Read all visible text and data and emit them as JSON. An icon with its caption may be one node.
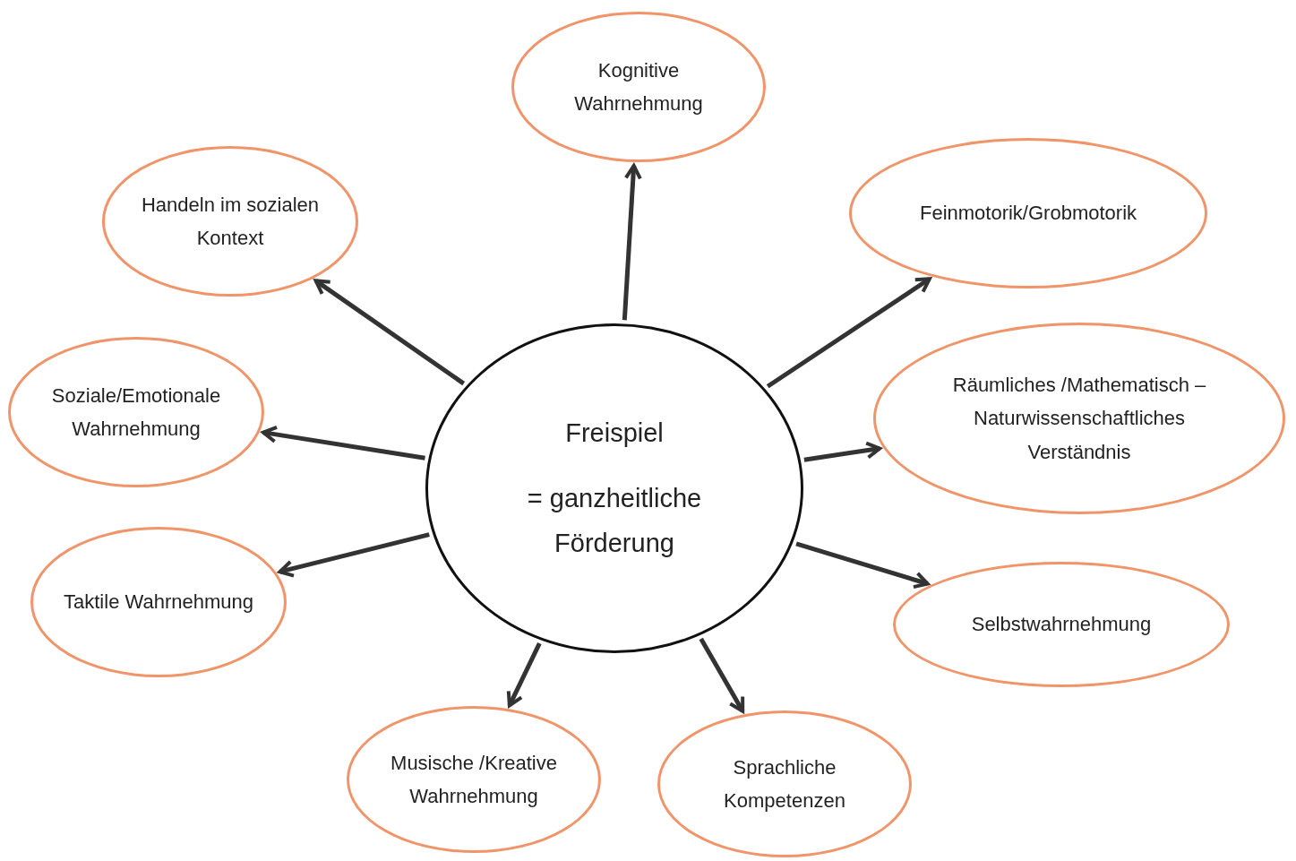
{
  "diagram": {
    "nodes": [
      {
        "text": [
          "Freispiel",
          "= ganzheitliche Förderung"
        ]
      },
      {
        "text": [
          "Kognitive Wahrnehmung"
        ]
      },
      {
        "text": [
          "Handeln im sozialen Kontext"
        ]
      },
      {
        "text": [
          "Feinmotorik/Grobmotorik"
        ]
      },
      {
        "text": [
          "Soziale/Emotionale Wahrnehmung"
        ]
      },
      {
        "text": [
          "Räumliches /Mathematisch – Naturwissenschaftliches Verständnis"
        ]
      },
      {
        "text": [
          "Taktile Wahrnehmung"
        ]
      },
      {
        "text": [
          "Selbstwahrnehmung"
        ]
      },
      {
        "text": [
          "Musische /Kreative Wahrnehmung"
        ]
      },
      {
        "text": [
          "Sprachliche Kompetenzen"
        ]
      }
    ],
    "edges": [
      {
        "from": 0,
        "to": 1,
        "arrow": "to"
      },
      {
        "from": 0,
        "to": 2,
        "arrow": "to"
      },
      {
        "from": 0,
        "to": 3,
        "arrow": "to"
      },
      {
        "from": 0,
        "to": 4,
        "arrow": "to"
      },
      {
        "from": 0,
        "to": 5,
        "arrow": "to"
      },
      {
        "from": 0,
        "to": 6,
        "arrow": "to"
      },
      {
        "from": 0,
        "to": 7,
        "arrow": "to"
      },
      {
        "from": 0,
        "to": 8,
        "arrow": "to"
      },
      {
        "from": 0,
        "to": 9,
        "arrow": "to"
      }
    ]
  }
}
